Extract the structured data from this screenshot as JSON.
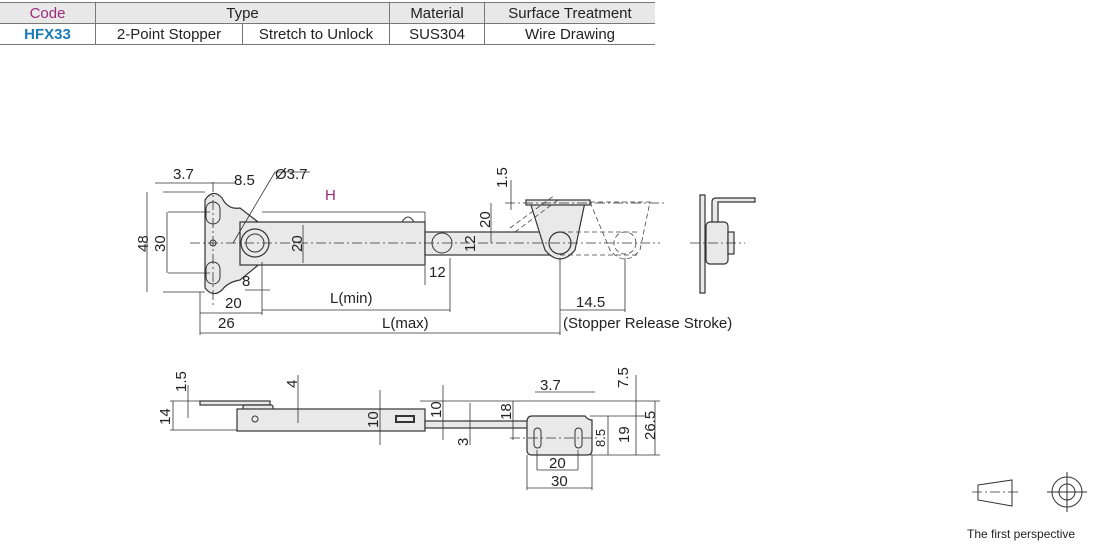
{
  "spec_table": {
    "headers": {
      "code": "Code",
      "type": "Type",
      "material": "Material",
      "surface": "Surface Treatment"
    },
    "row": {
      "code": "HFX33",
      "type_1": "2-Point Stopper",
      "type_2": "Stretch to Unlock",
      "material": "SUS304",
      "surface": "Wire Drawing"
    }
  },
  "top_view": {
    "dims": {
      "d3_7": "3.7",
      "d8_5": "8.5",
      "hole": "Ø3.7",
      "h": "H",
      "d48": "48",
      "d30": "30",
      "d20_body": "20",
      "d12_rod": "12",
      "d20_bracket": "20",
      "d1_5": "1.5",
      "d8": "8",
      "d12_end": "12",
      "d20_base": "20",
      "lmin": "L(min)",
      "d14_5": "14.5",
      "d26": "26",
      "lmax": "L(max)",
      "stroke": "(Stopper Release Stroke)"
    }
  },
  "side_view": {
    "dims": {
      "d1_5": "1.5",
      "d14": "14",
      "d4": "4",
      "d10a": "10",
      "d10b": "10",
      "d18": "18",
      "d3": "3",
      "d3_7": "3.7",
      "d7_5": "7.5",
      "d8_5": "8.5",
      "d19": "19",
      "d26_5": "26.5",
      "d20": "20",
      "d30": "30"
    }
  },
  "projection": {
    "label": "The first perspective"
  },
  "colors": {
    "code_header": "#9c2a7a",
    "code_value": "#1a7ab8",
    "h_label": "#9c2a7a"
  }
}
